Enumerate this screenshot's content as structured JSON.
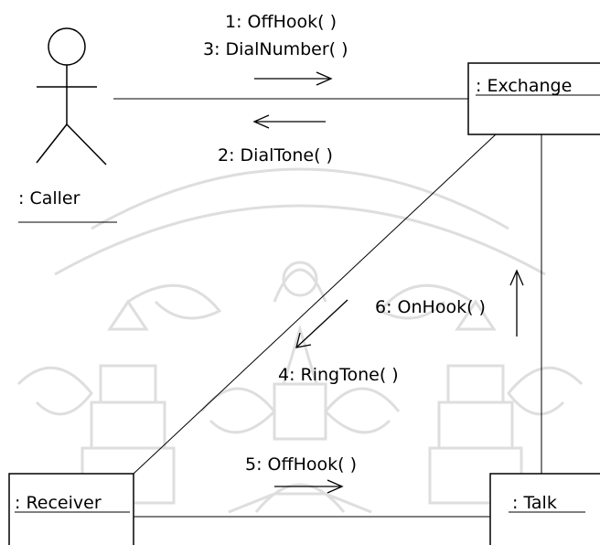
{
  "actors": [
    {
      "label": ": Caller"
    }
  ],
  "objects": {
    "exchange": ": Exchange",
    "receiver": ": Receiver",
    "talk": ": Talk"
  },
  "messages": [
    {
      "label": "1: OffHook( )",
      "from": "Caller",
      "to": "Exchange"
    },
    {
      "label": "3: DialNumber( )",
      "from": "Caller",
      "to": "Exchange"
    },
    {
      "label": "2: DialTone( )",
      "from": "Exchange",
      "to": "Caller"
    },
    {
      "label": "4: RingTone( )",
      "from": "Exchange",
      "to": "Receiver"
    },
    {
      "label": "5: OffHook( )",
      "from": "Receiver",
      "to": "Talk"
    },
    {
      "label": "6: OnHook( )",
      "from": "Talk",
      "to": "Exchange"
    }
  ],
  "colors": {
    "line": "#000000",
    "watermark": "#dedede",
    "background": "#ffffff"
  }
}
